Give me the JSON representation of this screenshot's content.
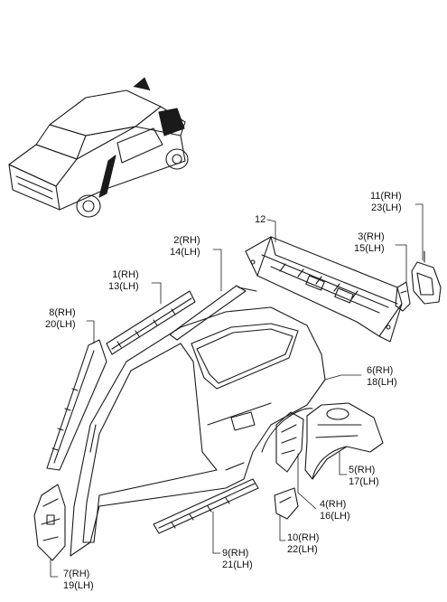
{
  "labels": {
    "p1": {
      "line1": "1(RH)",
      "line2": "13(LH)"
    },
    "p2": {
      "line1": "2(RH)",
      "line2": "14(LH)"
    },
    "p3": {
      "line1": "3(RH)",
      "line2": "15(LH)"
    },
    "p4": {
      "line1": "4(RH)",
      "line2": "16(LH)"
    },
    "p5": {
      "line1": "5(RH)",
      "line2": "17(LH)"
    },
    "p6": {
      "line1": "6(RH)",
      "line2": "18(LH)"
    },
    "p7": {
      "line1": "7(RH)",
      "line2": "19(LH)"
    },
    "p8": {
      "line1": "8(RH)",
      "line2": "20(LH)"
    },
    "p9": {
      "line1": "9(RH)",
      "line2": "21(LH)"
    },
    "p10": {
      "line1": "10(RH)",
      "line2": "22(LH)"
    },
    "p11": {
      "line1": "11(RH)",
      "line2": "23(LH)"
    },
    "p12": {
      "line1": "12"
    }
  }
}
